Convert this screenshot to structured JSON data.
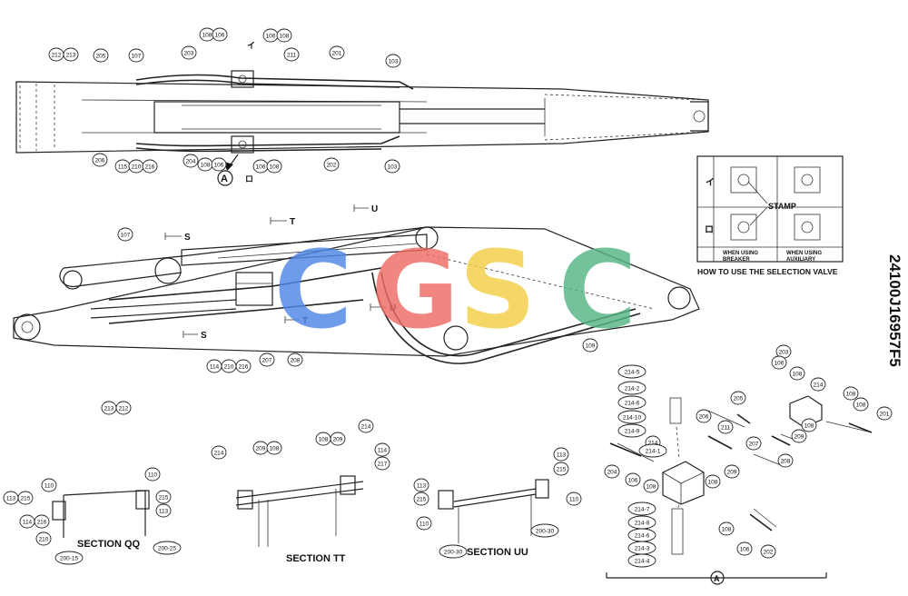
{
  "doc_code": "24100J16957F5",
  "watermark": {
    "letters": [
      "C",
      "G",
      "S",
      "C"
    ],
    "colors": [
      "#4f86e6",
      "#ee6b63",
      "#f3cf47",
      "#55b585"
    ]
  },
  "selection_valve": {
    "stamp": "STAMP",
    "row_marks": [
      "イ",
      "ロ"
    ],
    "when_breaker": "WHEN USING\nBREAKER",
    "when_auxiliary": "WHEN USING\nAUXILIARY",
    "caption": "HOW TO USE THE SELECTION VALVE"
  },
  "view_marker": "A",
  "marks": {
    "i": "イ",
    "ro": "ロ",
    "S": "S",
    "T": "T",
    "U": "U"
  },
  "sections": {
    "qq": "SECTION QQ",
    "tt": "SECTION TT",
    "uu": "SECTION UU"
  },
  "callouts": {
    "top_view": [
      "212",
      "213",
      "205",
      "107",
      "203",
      "108",
      "106",
      "106",
      "108",
      "211",
      "201",
      "103",
      "206",
      "115",
      "210",
      "216",
      "204",
      "108",
      "106",
      "106",
      "108",
      "202",
      "103"
    ],
    "side_view": [
      "107",
      "213",
      "212",
      "114",
      "210",
      "216",
      "207",
      "208",
      "109"
    ],
    "section_qq": [
      "110",
      "113",
      "215",
      "114",
      "216",
      "210",
      "200-15",
      "110",
      "215",
      "113",
      "200-25"
    ],
    "section_tt": [
      "214",
      "209",
      "108",
      "108",
      "209",
      "214",
      "114",
      "217"
    ],
    "section_uu": [
      "113",
      "215",
      "110",
      "200-30",
      "113",
      "215",
      "110",
      "200-30"
    ],
    "valve_detail": [
      "214-5",
      "214-2",
      "214-6",
      "214-10",
      "214-9",
      "214",
      "214-1",
      "214-7",
      "214-8",
      "214-6",
      "214-3",
      "214-4",
      "203",
      "106",
      "108",
      "214",
      "205",
      "206",
      "211",
      "207",
      "209",
      "108",
      "208",
      "209",
      "108",
      "108",
      "201",
      "204",
      "106",
      "108",
      "108",
      "106",
      "202",
      "108"
    ]
  }
}
